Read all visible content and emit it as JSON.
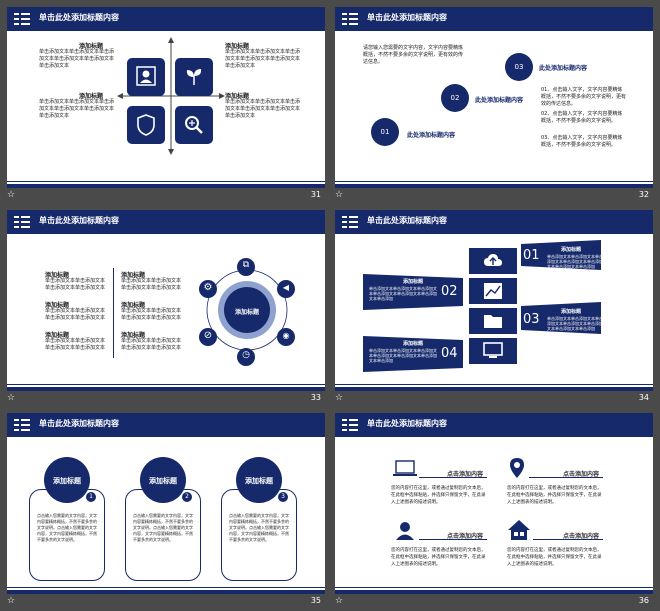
{
  "common": {
    "header_title": "单击此处添加标题内容",
    "star": "☆"
  },
  "s31": {
    "page": "31",
    "heading": "添加标题",
    "text": "单击添加文本单击添加文本单击添加文本单击添加文本单击添加文本单击添加文本"
  },
  "s32": {
    "page": "32",
    "intro": "请您输入您需要的文字内容，文字内容要精炼概括，不然不要多余的文字说明，更有效的传达信息。",
    "n1": "01",
    "n2": "02",
    "n3": "03",
    "h1": "此处添加标题内容",
    "h2": "此处添加标题内容",
    "h3": "此处添加标题内容",
    "l1": "01、点击输入文字，文字内容要精炼概括，不然不要多余的文字说明，更有效的传达信息。",
    "l2": "02、点击输入文字，文字内容要精炼概括，不然不要多余的文字说明。",
    "l3": "03、点击输入文字，文字内容要精炼概括，不然不要多余的文字说明。"
  },
  "s33": {
    "page": "33",
    "heading": "添加标题",
    "text": "单击添加文本单击添加文本单击添加文本单击添加文本",
    "center": "添加标题"
  },
  "s34": {
    "page": "34",
    "heading": "添加标题",
    "text": "单击添加文本单击添加文本单击添加文本单击添加文本单击添加文本单击添加文本单击添加",
    "n1": "01",
    "n2": "02",
    "n3": "03",
    "n4": "04"
  },
  "s35": {
    "page": "35",
    "heading": "添加标题",
    "n1": "1",
    "n2": "2",
    "n3": "3",
    "text": "点击输入您需要的文字内容，文字内容要精炼概括，不然不要多余的文字说明。点击输入您需要的文字内容，文字内容要精炼概括，不然不要多余的文字说明。"
  },
  "s36": {
    "page": "36",
    "heading": "点击添加内容",
    "text": "您的内容打在这里，或者通过复制您的文本后，在此框中选择粘贴，并选择只保留文字，在此录入上述图表的描述说明。"
  },
  "icons": {
    "user": "user-icon",
    "leaf": "leaf-icon",
    "shield": "shield-icon",
    "search": "search-icon",
    "cloud": "cloud-upload-icon",
    "chart": "chart-icon",
    "folder": "folder-icon",
    "monitor": "monitor-icon",
    "laptop": "laptop-icon",
    "pin": "map-pin-icon",
    "person": "person-icon",
    "house": "house-icon",
    "gear": "gear-icon",
    "megaphone": "megaphone-icon",
    "eye": "eye-icon",
    "clock": "clock-icon",
    "block": "no-entry-icon",
    "copy": "copy-icon"
  }
}
